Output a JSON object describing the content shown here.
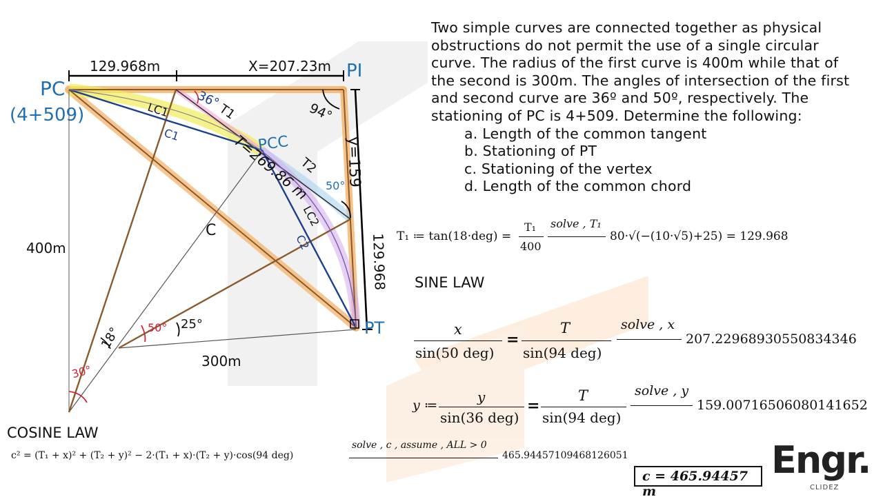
{
  "problem": {
    "text": "Two simple curves are connected together as physical obstructions do not permit the use of a single circular curve. The radius of the first curve is 400m while that of the second is 300m. The angles of intersection of the first and second curve are 36º and 50º, respectively. The stationing of PC is 4+509. Determine the following:",
    "items": [
      "a. Length of the common tangent",
      "b. Stationing of PT",
      "c. Stationing of the vertex",
      "d. Length of the common chord"
    ]
  },
  "diagram": {
    "pc": "PC",
    "pc_station": "(4+509)",
    "pi": "PI",
    "pcc": "PCC",
    "pt": "PT",
    "dim_t1": "129.968m",
    "dim_x": "X=207.23m",
    "dim_y": "y=159",
    "dim_lower_right": "129.968",
    "t_label": "T=269.86 m",
    "t1": "T1",
    "t2": "T2",
    "lc1": "LC1",
    "c1": "C1",
    "lc2": "LC2",
    "c2": "C2",
    "c": "C",
    "r1": "400m",
    "r2": "300m",
    "ang36": "36°",
    "ang94": "94°",
    "ang50_top": "50°",
    "ang50_center": "50°",
    "ang25": "25°",
    "ang18": "18°",
    "ang30": "30°"
  },
  "equations": {
    "t1_lhs": "T₁ ≔ tan(18·deg) =",
    "t1_num": "T₁",
    "t1_den": "400",
    "t1_op": "solve , T₁",
    "t1_result": "80·√(−(10·√5)+25) = 129.968",
    "sine_header": "SINE LAW",
    "sx_num": "x",
    "sx_den": "sin(50 deg)",
    "sT_num": "T",
    "sT_den": "sin(94 deg)",
    "sx_op": "solve , x",
    "sx_result": "207.22968930550834346",
    "sy_prefix": "y ≔",
    "sy_num": "y",
    "sy_den": "sin(36 deg)",
    "sy_T_num": "T",
    "sy_T_den": "sin(94 deg)",
    "sy_op": "solve , y",
    "sy_result": "159.00716506080141652",
    "cosine_header": "COSINE LAW",
    "cos_lhs": "c² = (T₁ + x)² + (T₂ + y)² − 2·(T₁ + x)·(T₂ + y)·cos(94 deg)",
    "cos_op": "solve , c , assume , ALL > 0",
    "cos_result": "465.94457109468126051",
    "boxed": "c = 465.94457 m"
  },
  "logo": {
    "main": "Engr.",
    "sub": "CLIDEZ"
  },
  "colors": {
    "blue": "#1f6fb2",
    "navy": "#1b3f8f",
    "brown": "#8b5a2b",
    "orange": "#f2a65a",
    "yellow": "#f3ee6a",
    "pink": "#f3a6d8",
    "red": "#d0243a"
  }
}
